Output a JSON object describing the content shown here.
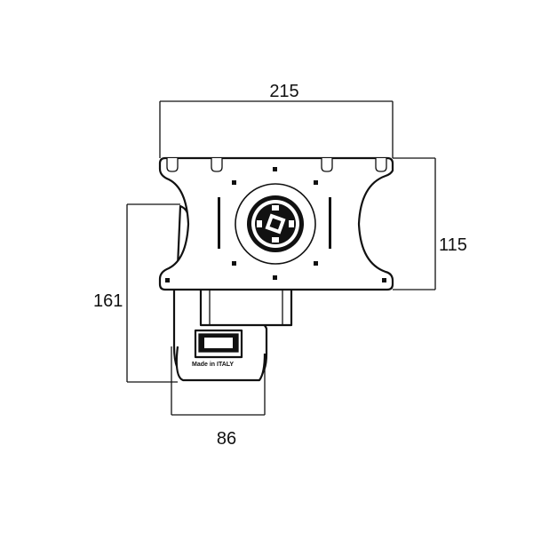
{
  "dimensions": {
    "width_top": "215",
    "height_right": "115",
    "height_left": "161",
    "width_bottom": "86"
  },
  "stamp": {
    "text": "Made in ITALY"
  },
  "colors": {
    "line": "#111111",
    "background": "#ffffff"
  }
}
